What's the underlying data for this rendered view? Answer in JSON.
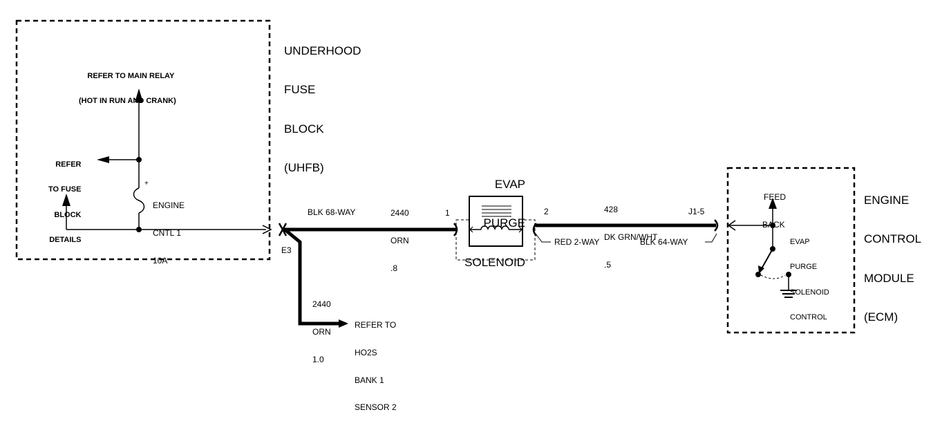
{
  "uhfb": {
    "lines": [
      "UNDERHOOD",
      "FUSE",
      "BLOCK",
      "(UHFB)"
    ]
  },
  "main_relay": {
    "lines": [
      "REFER TO MAIN RELAY",
      "(HOT IN RUN AND CRANK)"
    ]
  },
  "fuse_ref": {
    "lines": [
      "REFER",
      "TO FUSE",
      "BLOCK",
      "DETAILS"
    ]
  },
  "fuse": {
    "lines": [
      "ENGINE",
      "CNTL 1",
      "10A"
    ]
  },
  "conn_blk68": "BLK 68-WAY",
  "e3": "E3",
  "wire_2440_08": {
    "lines": [
      "2440",
      "ORN",
      ".8"
    ]
  },
  "wire_2440_10": {
    "lines": [
      "2440",
      "ORN",
      "1.0"
    ]
  },
  "ho2s_ref": {
    "lines": [
      "REFER TO",
      "HO2S",
      "BANK 1",
      "SENSOR 2"
    ]
  },
  "solenoid": {
    "lines": [
      "EVAP",
      "PURGE",
      "SOLENOID"
    ]
  },
  "pin1": "1",
  "pin2": "2",
  "red2way": "RED 2-WAY",
  "wire_428": {
    "lines": [
      "428",
      "DK GRN/WHT",
      ".5"
    ]
  },
  "j15": "J1-5",
  "blk64": "BLK 64-WAY",
  "ecm": {
    "lines": [
      "ENGINE",
      "CONTROL",
      "MODULE",
      "(ECM)"
    ]
  },
  "feedback": {
    "lines": [
      "FEED",
      "BACK"
    ]
  },
  "evap_ctrl": {
    "lines": [
      "EVAP",
      "PURGE",
      "SOLENOID",
      "CONTROL"
    ]
  }
}
